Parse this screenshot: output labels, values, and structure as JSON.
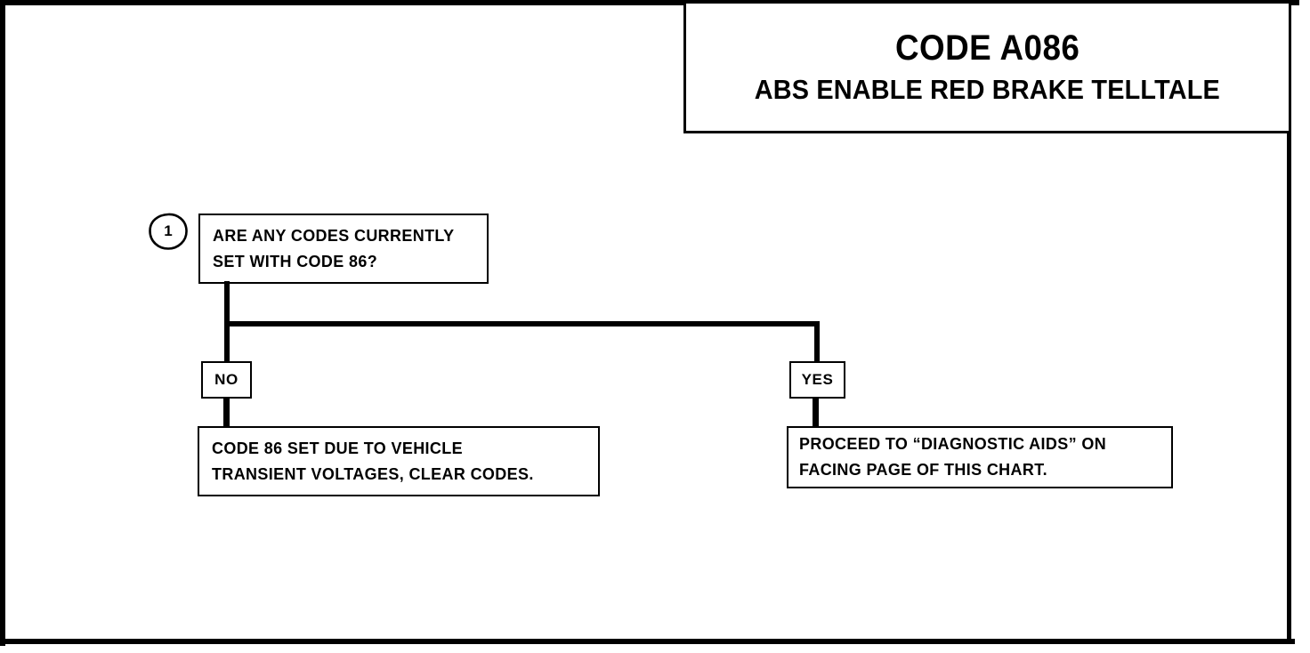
{
  "page": {
    "title_block": {
      "code": "CODE A086",
      "description": "ABS ENABLE RED BRAKE TELLTALE"
    }
  },
  "diagram": {
    "type": "flowchart",
    "step_marker": "1",
    "nodes": [
      {
        "id": "question",
        "kind": "decision",
        "lines": [
          "ARE ANY CODES CURRENTLY",
          "SET WITH CODE 86?"
        ]
      },
      {
        "id": "no_result",
        "kind": "action",
        "lines": [
          "CODE 86 SET DUE TO VEHICLE",
          "TRANSIENT VOLTAGES, CLEAR CODES."
        ]
      },
      {
        "id": "yes_result",
        "kind": "action",
        "lines": [
          "PROCEED TO “DIAGNOSTIC AIDS” ON",
          "FACING PAGE OF THIS CHART."
        ]
      }
    ],
    "branches": [
      {
        "id": "no",
        "label": "NO",
        "from": "question",
        "to": "no_result"
      },
      {
        "id": "yes",
        "label": "YES",
        "from": "question",
        "to": "yes_result"
      }
    ],
    "colors": {
      "ink": "#000000",
      "paper": "#ffffff"
    }
  }
}
